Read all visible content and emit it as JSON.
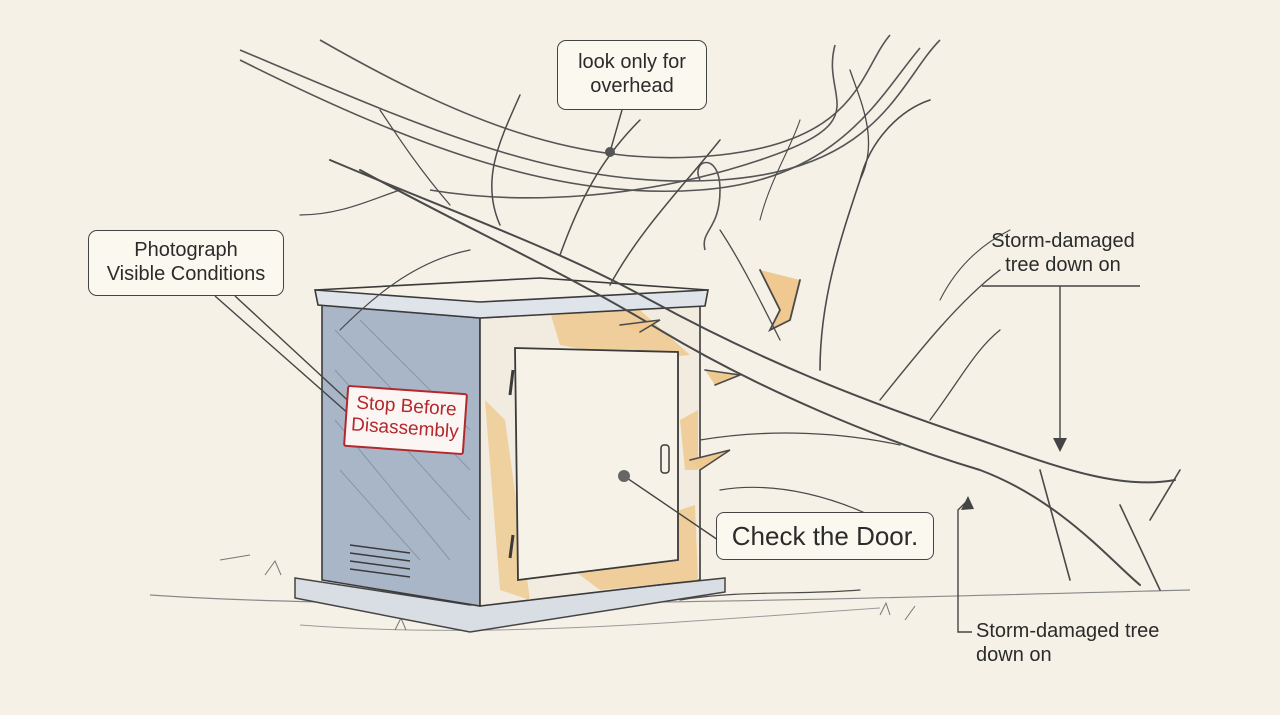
{
  "callouts": {
    "overhead": {
      "line1": "look only for",
      "line2": "overhead"
    },
    "photograph": {
      "line1": "Photograph",
      "line2": "Visible Conditions"
    },
    "door": {
      "text": "Check the Door."
    },
    "warning_sign": {
      "line1": "Stop Before",
      "line2": "Disassembly"
    },
    "tree_upper": {
      "line1": "Storm-damaged",
      "line2": "tree down on"
    },
    "tree_lower": {
      "line1": "Storm-damaged tree",
      "line2": "down on"
    }
  },
  "colors": {
    "background": "#f5f1e6",
    "cabinet_side": "#a9b6c8",
    "cabinet_front": "#f1ecdf",
    "highlight": "#efc98f",
    "sign_red": "#b3282d",
    "ink": "#3a3a3a"
  }
}
